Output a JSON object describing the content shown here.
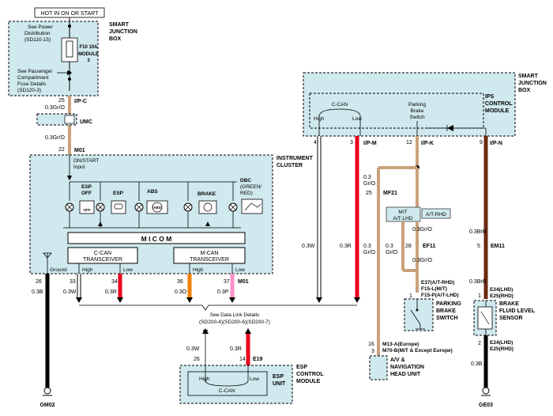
{
  "sjb_top": {
    "hot_label": "HOT IN ON OR START",
    "title_line1": "SMART",
    "title_line2": "JUNCTION",
    "title_line3": "BOX",
    "see_power_1": "See Power",
    "see_power_2": "Distribution",
    "see_power_3": "(SD110-15)",
    "fuse_1": "F10 10A",
    "fuse_2": "MODULE",
    "fuse_3": "3",
    "see_pass_1": "See Passenger",
    "see_pass_2": "Compartment",
    "see_pass_3": "Fuse Details",
    "see_pass_4": "(SD120-3)"
  },
  "wire_ipc": {
    "pin": "25",
    "conn": "I/P-C",
    "spec": "0.3Gr/O"
  },
  "umc": {
    "label": "UMC"
  },
  "wire_m01": {
    "spec": "0.3Gr/O",
    "pin": "22",
    "conn": "M01"
  },
  "cluster": {
    "title_1": "INSTRUMENT",
    "title_2": "CLUSTER",
    "on_start_1": "ON/START",
    "on_start_2": "Input",
    "esp_off_1": "ESP",
    "esp_off_2": "OFF",
    "esp_off_icon": "OFF",
    "esp": "ESP",
    "abs": "ABS",
    "abs_icon": "(ABS)",
    "brake": "BRAKE",
    "dbc_1": "DBC",
    "dbc_2": "(GREEN/",
    "dbc_3": "RED)",
    "micom": "M I C O M",
    "ccan_1": "C-CAN",
    "ccan_2": "TRANSCEIVER",
    "mcan_1": "M-CAN",
    "mcan_2": "TRANSCEIVER",
    "ground": "Ground",
    "high": "High",
    "low": "Low",
    "pin_ground": "26",
    "pin_ccan_high": "33",
    "pin_ccan_low": "34",
    "pin_mcan_high": "36",
    "pin_mcan_low": "37",
    "conn": "M01"
  },
  "wires_bottom": {
    "ground": "0.3B",
    "ccan_high": "0.3W",
    "ccan_low": "0.3R",
    "mcan_high": "0.3O",
    "mcan_low": "0.3P",
    "gm02": "GM02"
  },
  "data_link": {
    "line1": "See Data Link Details",
    "line2": "(SD200-4)(SD200-6)(SD200-7)"
  },
  "esp_module": {
    "title_1": "ESP",
    "title_2": "CONTROL",
    "title_3": "MODULE",
    "unit_1": "ESP",
    "unit_2": "UNIT",
    "high": "High",
    "low": "Low",
    "bus": "C-CAN",
    "pin_high": "26",
    "pin_low": "14",
    "wire_high": "0.3W",
    "wire_low": "0.3R",
    "conn": "E19"
  },
  "sjb_right": {
    "title_1": "SMART",
    "title_2": "JUNCTION",
    "title_3": "BOX",
    "ips_1": "IPS",
    "ips_2": "CONTROL",
    "ips_3": "MODULE",
    "ccan": "C-CAN",
    "high": "High",
    "low": "Low",
    "pbs_1": "Parking",
    "pbs_2": "Brake",
    "pbs_3": "Switch"
  },
  "connectors_right": {
    "pin4": "4",
    "pin3": "3",
    "ipm": "I/P-M",
    "pin12": "12",
    "ipk": "I/P-K",
    "pin9": "9",
    "ipn": "I/P-N"
  },
  "wires_right": {
    "w03w": "0.3W",
    "w03r": "0.3R",
    "w03gro_1": "0.3",
    "w03gro_2": "Gr/O",
    "pin25": "25",
    "mf21": "MF21",
    "w03gro_3": "0.3",
    "w03gro_4": "Gr/O",
    "w03grb_1": "0.3BrB",
    "pin5": "5",
    "em11": "EM11",
    "w03grb_2": "0.3BrB",
    "mt_1": "M/T",
    "mt_2": "A/T-LHD",
    "at_rhd": "A/T-RHD",
    "w03gro_5": "0.3Gr/O",
    "w03gro_6": "0.3",
    "w03gro_7": "Gr/O",
    "pin28": "28",
    "ef11": "EF11",
    "w03gro_8": "0.3Gr/O"
  },
  "pb_switch": {
    "conn_1": "E37(A/T-RHD)",
    "conn_2": "F15-L(M/T)",
    "conn_3": "F15-P(A/T-LHD)",
    "title_1": "PARKING",
    "title_2": "BRAKE",
    "title_3": "SWITCH",
    "pin1": "1"
  },
  "av_nav": {
    "pin16": "16",
    "pin3": "3",
    "conn_1": "M13-A(Europe)",
    "conn_2": "M70-B(M/T & Except Europe)",
    "title_1": "A/V &",
    "title_2": "NAVIGATION",
    "title_3": "HEAD UNIT"
  },
  "brake_fluid": {
    "pin1": "1",
    "pin2": "2",
    "conn_1": "E24(LHD)",
    "conn_2": "E25(RHD)",
    "conn_3": "E24(LHD)",
    "conn_4": "E25(RHD)",
    "title_1": "BRAKE",
    "title_2": "FLUID LEVEL",
    "title_3": "SENSOR",
    "wire": "0.3B",
    "ge03": "GE03"
  },
  "colors": {
    "module_fill": "#cfe9ee",
    "wire_gro": "#c9a27c",
    "wire_red": "#e8001c",
    "wire_orange": "#f08000",
    "wire_pink": "#ff8fc8",
    "wire_brown": "#6b2a10",
    "wire_black": "#000000"
  }
}
